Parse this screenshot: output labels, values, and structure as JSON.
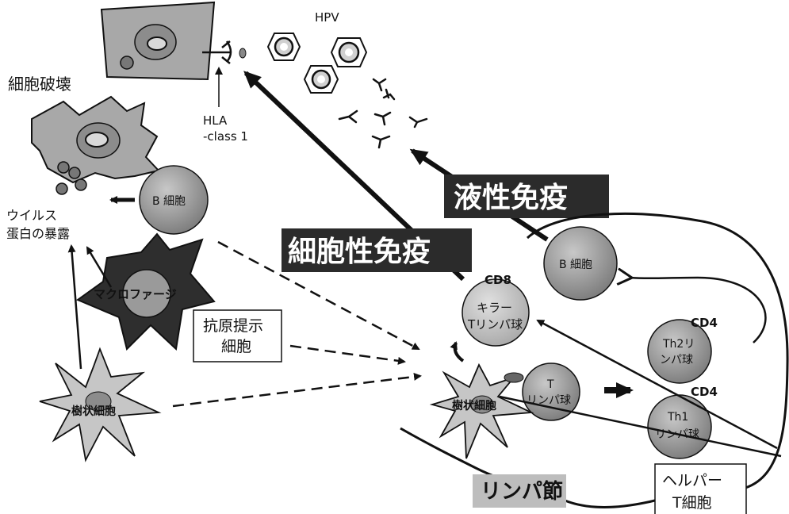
{
  "labels": {
    "hpv": "HPV",
    "hla_line1": "HLA",
    "hla_line2": "-class 1",
    "cell_destruction": "細胞破壊",
    "b_cell_left": "B  細胞",
    "virus_protein_line1": "ウイルス",
    "virus_protein_line2": "蛋白の暴露",
    "macrophage": "マクロファージ",
    "apc_line1": "抗原提示",
    "apc_line2": "細胞",
    "dendritic_left": "樹状細胞",
    "dendritic_right": "樹状細胞",
    "humoral_immunity": "液性免疫",
    "cellular_immunity": "細胞性免疫",
    "cd8": "CD8",
    "killer_line1": "キラー",
    "killer_line2": "Tリンパ球",
    "b_cell_right": "B  細胞",
    "cd4_th2": "CD4",
    "th2_line1": "Th2リ",
    "th2_line2": "ンパ球",
    "t_line1": "T",
    "t_line2": "リンパ球",
    "cd4_th1": "CD4",
    "th1_line1": "Th1",
    "th1_line2": "リンパ球",
    "lymph_node": "リンパ節",
    "helper_line1": "ヘルパー",
    "helper_line2": "T細胞"
  },
  "colors": {
    "cell_gray": "#a4a4a4",
    "cell_light": "#c6c6c6",
    "nucleus": "#8c8c8c",
    "dark_label_bg": "#2b2b2b",
    "lymph_label_bg": "#bdbdbd",
    "macrophage": "#2e2e2e"
  }
}
